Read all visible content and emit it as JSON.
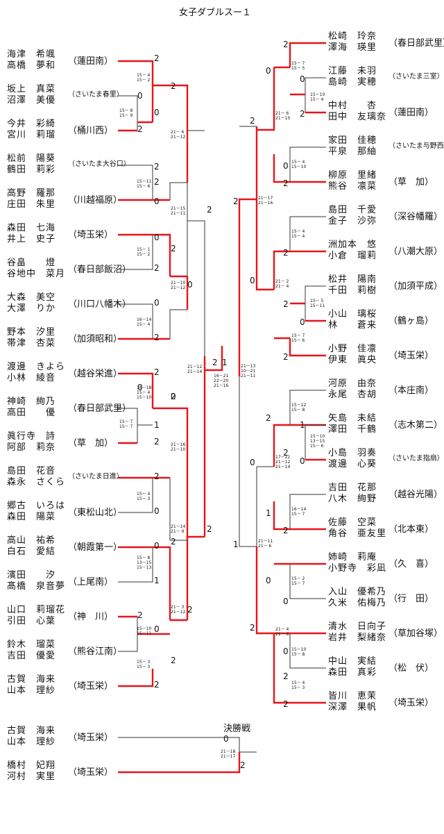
{
  "title": "女子ダブルスー１",
  "final_label": "決勝戦",
  "colors": {
    "win": "#e8131b",
    "line": "#333333",
    "text": "#111111"
  },
  "left_pairs": [
    {
      "p1": "海津　希颯",
      "p2": "高橋　夢和",
      "school": "（蓮田南）"
    },
    {
      "p1": "坂上　真菜",
      "p2": "沼澤　美優",
      "school": "（さいたま春里）"
    },
    {
      "p1": "今井　彩綺",
      "p2": "宮川　莉瑠",
      "school": "（桶川西）"
    },
    {
      "p1": "松前　陽葵",
      "p2": "鶴田　莉彩",
      "school": "（さいたま大谷口）"
    },
    {
      "p1": "高野　羅那",
      "p2": "庄田　朱里",
      "school": "（川越福原）"
    },
    {
      "p1": "森田　七海",
      "p2": "井上　史子",
      "school": "（埼玉栄）"
    },
    {
      "p1": "谷畠　　燈",
      "p2": "谷地中　菜月",
      "school": "（春日部飯沼）"
    },
    {
      "p1": "大森　美空",
      "p2": "大澤　りか",
      "school": "（川口八幡木）"
    },
    {
      "p1": "野本　汐里",
      "p2": "帯津　杏菜",
      "school": "（加須昭和）"
    },
    {
      "p1": "渡邊　きよら",
      "p2": "小林　綾音",
      "school": "（越谷栄進）"
    },
    {
      "p1": "神崎　絢乃",
      "p2": "高田　　優",
      "school": "（春日部武里）"
    },
    {
      "p1": "眞行寺　詩",
      "p2": "阿部　莉奈",
      "school": "（草　加）"
    },
    {
      "p1": "島田　花音",
      "p2": "森永　さくら",
      "school": "（さいたま日進）"
    },
    {
      "p1": "郷古　いろは",
      "p2": "森田　陽菜",
      "school": "（東松山北）"
    },
    {
      "p1": "高山　祐希",
      "p2": "白石　愛結",
      "school": "（朝霞第一）"
    },
    {
      "p1": "濱田　　汐",
      "p2": "髙橋　泉音夢",
      "school": "（上尾南）"
    },
    {
      "p1": "山口　莉瑠花",
      "p2": "引田　心葉",
      "school": "（神　川）"
    },
    {
      "p1": "鈴木　瑠菜",
      "p2": "吉田　優愛",
      "school": "（熊谷江南）"
    },
    {
      "p1": "古賀　海来",
      "p2": "山本　理紗",
      "school": "（埼玉栄）"
    }
  ],
  "right_pairs": [
    {
      "p1": "松崎　玲奈",
      "p2": "澤海　瑛里",
      "school": "（春日部武里）"
    },
    {
      "p1": "江藤　未羽",
      "p2": "島崎　実穂",
      "school": "（さいたま三室）"
    },
    {
      "p1": "中村　　杏",
      "p2": "田中　友璃奈",
      "school": "（蓮田南）"
    },
    {
      "p1": "家田　佳穂",
      "p2": "平泉　那紬",
      "school": "（さいたま与野西）"
    },
    {
      "p1": "柳原　里緒",
      "p2": "熊谷　凛菜",
      "school": "（草　加）"
    },
    {
      "p1": "島田　千愛",
      "p2": "金子　沙弥",
      "school": "（深谷幡羅）"
    },
    {
      "p1": "洲加本　悠",
      "p2": "小倉　瑠莉",
      "school": "（八潮大原）"
    },
    {
      "p1": "松井　陽南",
      "p2": "千田　莉樹",
      "school": "（加須平成）"
    },
    {
      "p1": "小山　璃桜",
      "p2": "林　　蒼来",
      "school": "（鶴ヶ島）"
    },
    {
      "p1": "小野　佳凛",
      "p2": "伊東　眞央",
      "school": "（埼玉栄）"
    },
    {
      "p1": "河原　由奈",
      "p2": "永尾　杏胡",
      "school": "（本庄南）"
    },
    {
      "p1": "矢島　未結",
      "p2": "澤田　千鶴",
      "school": "（志木第二）"
    },
    {
      "p1": "小島　羽奏",
      "p2": "渡邊　心葵",
      "school": "（さいたま指扇）"
    },
    {
      "p1": "吉田　花那",
      "p2": "八木　絢野",
      "school": "（越谷光陽）"
    },
    {
      "p1": "佐藤　空菜",
      "p2": "角谷　亜友里",
      "school": "（北本東）"
    },
    {
      "p1": "姉崎　莉庵",
      "p2": "小野寺　彩凪",
      "school": "（久　喜）"
    },
    {
      "p1": "入山　優希乃",
      "p2": "久米　佑梅乃",
      "school": "（行　田）"
    },
    {
      "p1": "清水　日向子",
      "p2": "岩井　梨緒奈",
      "school": "（草加谷塚）"
    },
    {
      "p1": "中山　実結",
      "p2": "森田　真彩",
      "school": "（松　伏）"
    },
    {
      "p1": "皆川　恵茉",
      "p2": "深澤　果帆",
      "school": "（埼玉栄）"
    }
  ],
  "final_pairs": [
    {
      "p1": "古賀　海来",
      "p2": "山本　理紗",
      "school": "（埼玉栄）"
    },
    {
      "p1": "橋村　妃翔",
      "p2": "河村　実里",
      "school": "（埼玉栄）"
    }
  ],
  "win_counts": {
    "L1_top": "2",
    "L2_top": "0",
    "L2_bottom": "2",
    "L1_r2_top": "2",
    "L1_r2_bottom": "0",
    "L3_top": "2",
    "L_r3a": "2",
    "L_r3b": "0",
    "L_r4": "0",
    "L4_top": "0",
    "L4_bottom": "2",
    "L5_top": "2",
    "L5_mid": "0",
    "L5_bottom": "2",
    "L_r3c": "2",
    "L_r3d": "0",
    "L6_top": "0",
    "L6_bottom": "2",
    "L_r4b": "0",
    "L_semi_top": "2",
    "L7_top": "2",
    "L7_a": "0",
    "L7_b": "1",
    "L7_c": "2",
    "L7_r3": "2",
    "L7_r3b": "0",
    "L8_top": "2",
    "L8_bottom": "0",
    "L_r4c": "2",
    "L9_top": "2",
    "L9_bottom": "1",
    "L9_r3": "2",
    "L10_a": "2",
    "L10_b": "0",
    "L10_c": "2",
    "L10_r3": "2",
    "L_r4d": "2",
    "L_semi_bottom": "2",
    "C_left": "2",
    "C_right": "1",
    "R1_top": "2",
    "R2_a": "0",
    "R2_b": "2",
    "R1_r3": "0",
    "R3_top": "0",
    "R3_bottom": "2",
    "R_r4": "2",
    "R4_top": "0",
    "R4_bottom": "2",
    "R_r3b": "2",
    "R5_a": "0",
    "R5_b": "2",
    "R5_c": "2",
    "R_r4b": "2",
    "R6_a": "2",
    "R6_b": "1",
    "R6_c": "0",
    "R6_r3": "2",
    "R6_r3b": "0",
    "R_r4c": "0",
    "R7_a": "1",
    "R7_b": "2",
    "R_r4d": "1",
    "R8_a": "0",
    "R8_b": "0",
    "R_r3c": "2",
    "R9_a": "0",
    "R9_b": "2",
    "R_r4e": "0",
    "R9_c": "2",
    "F_top": "0",
    "F_bottom": "2"
  },
  "scores": {
    "l1": "15－ 4\n15－ 2",
    "l2": "15－ 8\n15－ 9",
    "l3": "21－ 6\n21－12",
    "l4": "15－11\n15－ 6",
    "l5": "21－15\n21－11",
    "l6": "15－ 1\n15－ 2",
    "l7": "21－10\n21－12",
    "l8": "16－14\n15－ 4",
    "l9": "16－18\n15－ 4\n15－10",
    "l10": "15－ 7\n15－ 7",
    "l11": "21－16\n21－10",
    "l12": "15－ 4\n15－ 3",
    "l13": "21－14\n21－ 9",
    "l14": "15－ 8\n13－15\n15－13",
    "l15": "21－ 3\n21－12",
    "l16": "15－10\n15－11",
    "l17": "15－ 3\n15－ 3",
    "l18": "21－12\n21－14",
    "c1": "16－21\n22－20\n21－16",
    "c2": "21－13\n10－21\n21－11",
    "r1": "15－ 7\n15－ 5",
    "r2": "15－10\n15－ 4",
    "r3": "21－ 6\n21－10",
    "r4": "15－ 4\n15－10",
    "r5": "21－17\n21－16",
    "r6": "15－ 4\n15－ 4",
    "r7": "21－ 2\n21－ 4",
    "r8": "15－ 5\n15－11",
    "r9": "15－ 7\n15－ 6",
    "r10": "15－12\n15－ 8",
    "r11": "15－10\n13－15\n15－ 6",
    "r12": "17－21\n21－12\n21－14",
    "r13": "16－14\n15－ 7",
    "r14": "21－11\n21－ 6",
    "r15": "15－ 2\n15－ 7",
    "r16": "21－ 4\n21－ 6",
    "r17": "15－10\n15－ 8",
    "r18": "15－ 4\n15－ 3",
    "f1": "21－18\n21－17"
  }
}
